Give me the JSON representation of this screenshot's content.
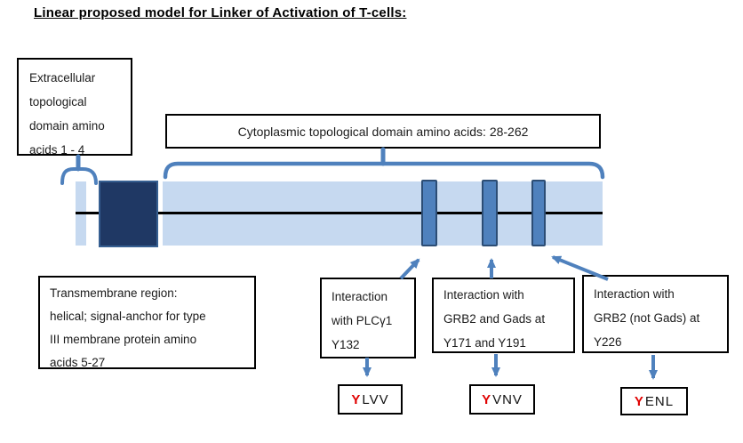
{
  "title": "Linear proposed model for Linker of Activation of T-cells:",
  "boxes": {
    "extracellular": {
      "lines": [
        "Extracellular",
        "topological",
        "domain amino",
        "acids 1 - 4"
      ]
    },
    "cytoplasmic": {
      "text": "Cytoplasmic topological domain amino acids: 28-262"
    },
    "transmembrane": {
      "lines": [
        "Transmembrane region:",
        "helical; signal-anchor for type",
        "III membrane protein amino",
        "acids 5-27"
      ]
    }
  },
  "interactions": [
    {
      "lines": [
        "Interaction",
        "with PLCγ1",
        "Y132"
      ]
    },
    {
      "lines": [
        "Interaction with",
        "GRB2 and Gads at",
        "Y171 and Y191"
      ]
    },
    {
      "lines": [
        "Interaction with",
        "GRB2 (not Gads) at",
        "Y226"
      ]
    }
  ],
  "motifs": [
    {
      "highlight": "Y",
      "rest": "LVV"
    },
    {
      "highlight": "Y",
      "rest": "VNV"
    },
    {
      "highlight": "Y",
      "rest": "ENL"
    }
  ],
  "colors": {
    "bar_light_blue": "#c6d9f0",
    "transmembrane_navy": "#1f3864",
    "phospho_site_steel": "#4f81bd",
    "connector_steel": "#4f81bd",
    "motif_y_red": "#e00000",
    "backbone_black": "#000000"
  }
}
